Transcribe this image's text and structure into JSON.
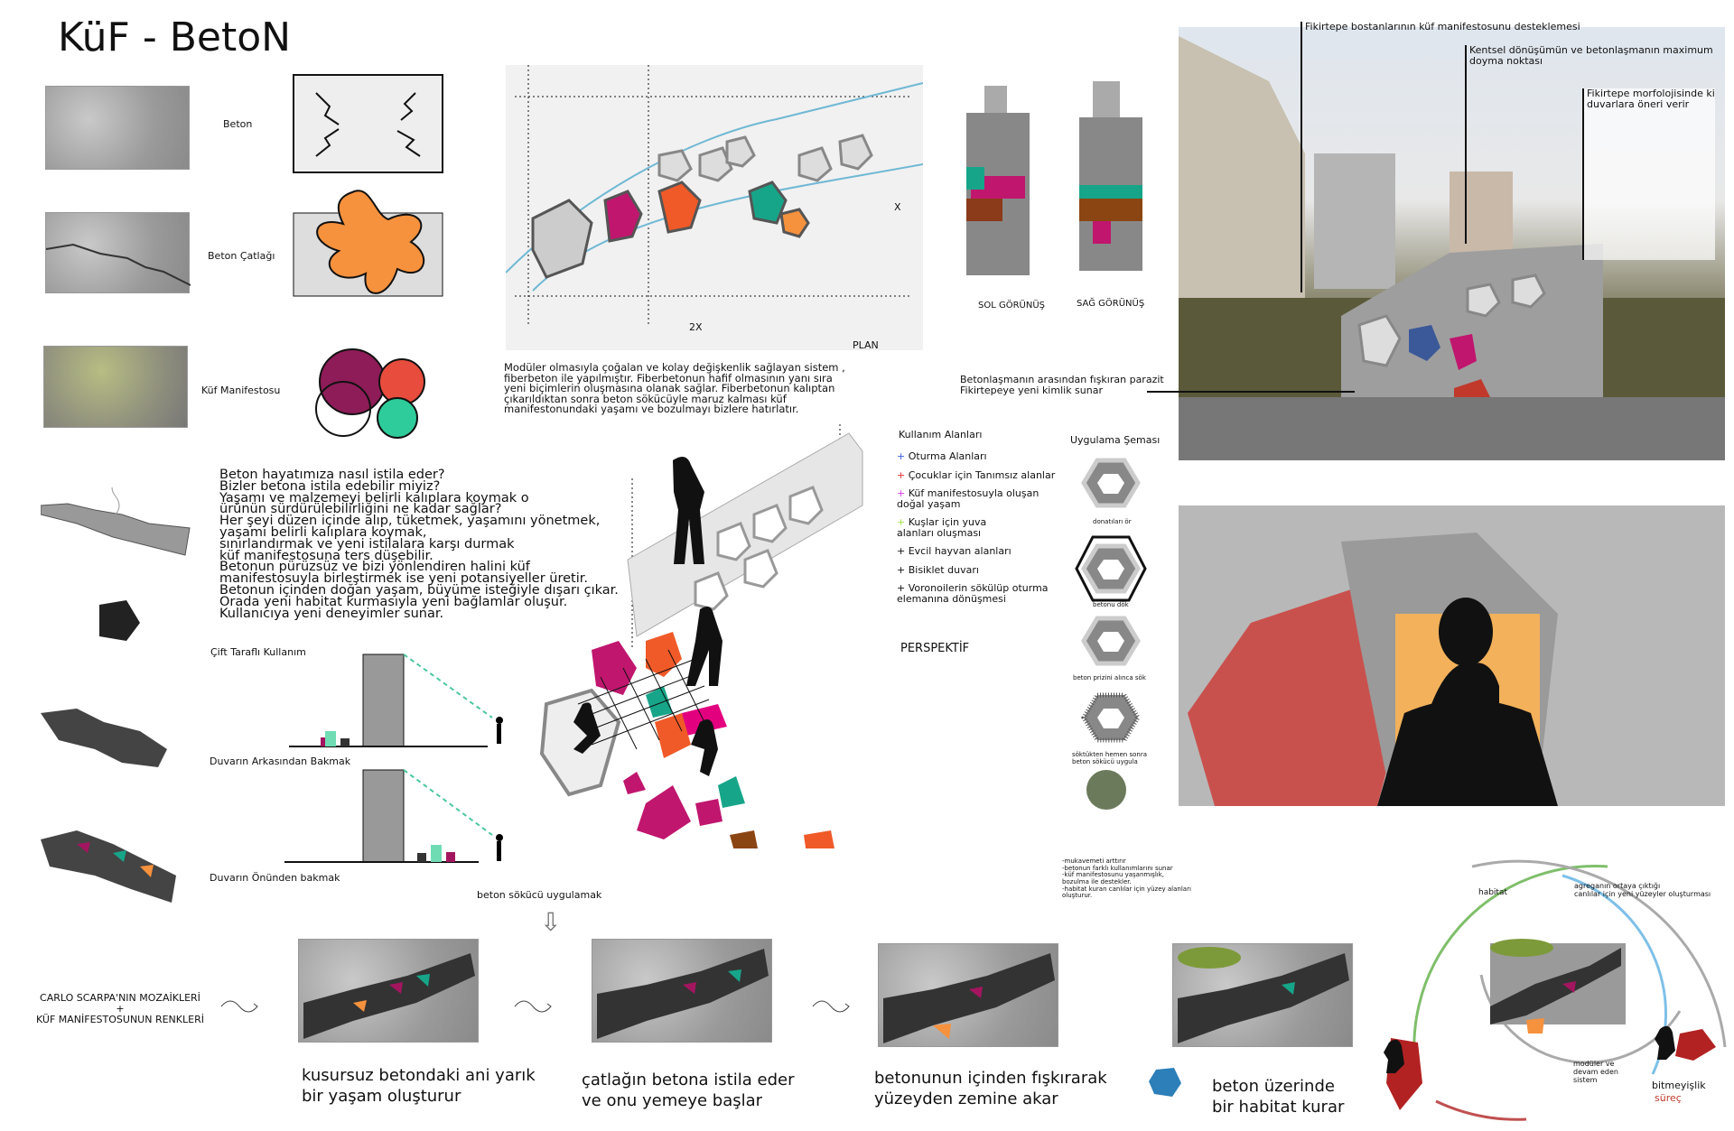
{
  "title": "KüF - BetoN",
  "left_labels": [
    "Beton",
    "Beton Çatlağı",
    "Küf Manifestosu"
  ],
  "questions": "Beton hayatımıza nasıl istila eder?\nBizler betona istila edebilir miyiz?\nYaşamı ve malzemeyi belirli kalıplara koymak o\nürünün sürdürülebilirliğini ne kadar sağlar?\nHer şeyi düzen içinde alıp, tüketmek, yaşamını yönetmek,\nyaşamı belirli kalıplara koymak,\nsınırlandırmak ve yeni istilalara karşı durmak\nküf manifestosuna ters düşebilir.\nBetonun pürüzsüz ve bizi yönlendiren halini küf\nmanifestosuyla birleştirmek ise yeni potansiyeller üretir.\nBetonun içinden doğan yaşam, büyüme isteğiyle dışarı çıkar.\nOrada yeni habitat kurmasıyla yeni bağlamlar oluşur.\nKullanıcıya yeni deneyimler sunar.",
  "plan": {
    "label_2x": "2X",
    "label_x": "X",
    "label": "PLAN",
    "description": "Modüler olmasıyla çoğalan ve kolay değişkenlik sağlayan sistem ,\nfiberbeton ile yapılmıştır. Fiberbetonun hafif olmasının yanı sıra\nyeni biçimlerin oluşmasına olanak sağlar. Fiberbetonun kalıptan\nçıkarıldıktan sonra beton sökücüyle maruz kalması küf\nmanifestonundaki yaşamı ve bozulmayı bizlere hatırlatır."
  },
  "elevations": [
    "SOL GÖRÜNÜŞ",
    "SAĞ GÖRÜNÜŞ"
  ],
  "photo_annotations": [
    "Fikirtepe bostanlarının küf manifestosunu desteklemesi",
    "Kentsel dönüşümün ve betonlaşmanın maximum\ndoyma noktası",
    "Fikirtepe morfolojisinde ki\nduvarlara  öneri verir"
  ],
  "parasite_note": "Betonlaşmanın arasından fışkıran parazit\nFikirtepeye yeni kimlik sunar",
  "usage": {
    "title": "Kullanım Alanları",
    "items": [
      {
        "text": "Oturma Alanları",
        "color": "#3b5bdb"
      },
      {
        "text": "Çocuklar için Tanımsız alanlar",
        "color": "#e03131"
      },
      {
        "text": "Küf manifestosuyla oluşan\ndoğal yaşam",
        "color": "#d63adb"
      },
      {
        "text": "Kuşlar için yuva\nalanları oluşması",
        "color": "#a9e34b"
      },
      {
        "text": "Evcil hayvan alanları",
        "color": "#222"
      },
      {
        "text": "Bisiklet duvarı",
        "color": "#222"
      },
      {
        "text": "Voronoilerin sökülüp oturma\nelemanına dönüşmesi",
        "color": "#222"
      }
    ],
    "plus": "+"
  },
  "perspective": "PERSPEKTİF",
  "scheme": {
    "title": "Uygulama Şeması",
    "steps": [
      "donatıları ör",
      "betonu dök",
      "beton prizini alınca sök",
      "söktükten hemen sonra\nbeton sökücü uygula"
    ],
    "notes": "-mukavemeti arttırır\n-betonun farklı kullanımlarını sunar\n-küf manifestosunu yaşanmışlık,\nbozulma ile destekler.\n-habitat kuran canlılar için yüzey alanları\noluşturur."
  },
  "sections": {
    "title": "Çift Taraflı Kullanım",
    "back": "Duvarın Arkasından Bakmak",
    "front": "Duvarın Önünden bakmak"
  },
  "mosaic_note": "CARLO SCARPA'NIN MOZAİKLERİ\n+\nKÜF MANİFESTOSUNUN RENKLERİ",
  "remover": "beton sökücü uygulamak",
  "captions": [
    "kusursuz betondaki ani yarık\nbir yaşam oluşturur",
    "çatlağın betona istila eder\nve onu yemeye başlar",
    "betonunun içinden fışkırarak\nyüzeyden zemine akar",
    "beton üzerinde\nbir habitat kurar"
  ],
  "cycle": {
    "habitat": "habitat",
    "aggregate": "agreganın ortaya çıktığı\ncanlılar için yeni yüzeyler oluşturması",
    "modular": "modüler ve\ndevam eden\nsistem",
    "endless": "bitmeyişlik",
    "process": "süreç"
  },
  "colors": {
    "magenta": "#a3165f",
    "orange": "#f6913d",
    "teal": "#17a589",
    "red": "#c0392b",
    "gray": "#9a9a9a"
  }
}
